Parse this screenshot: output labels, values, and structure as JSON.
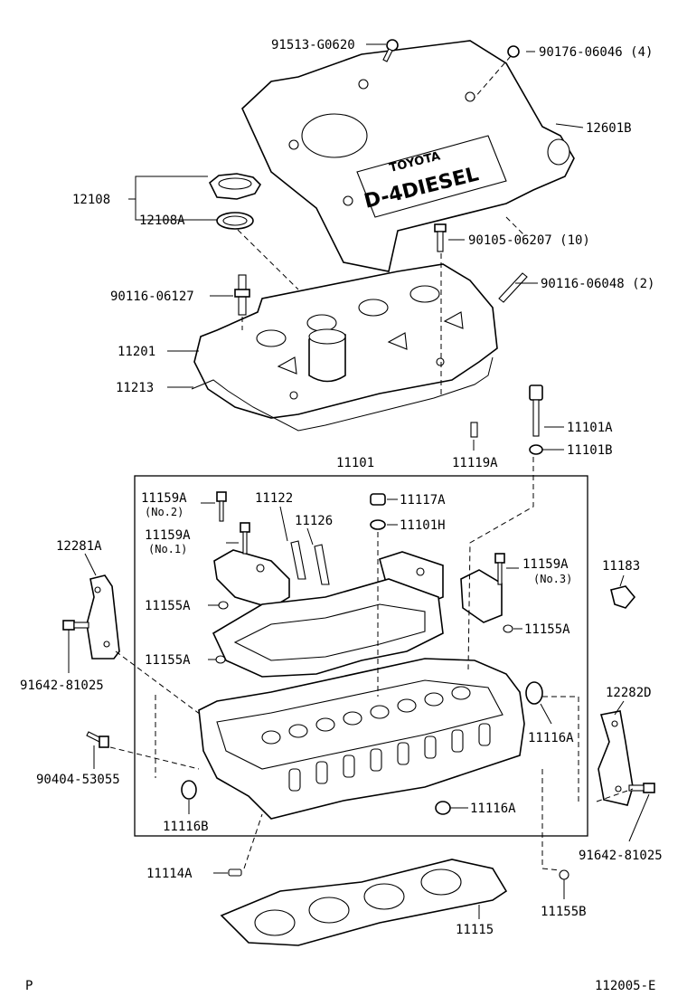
{
  "callouts": {
    "p91513": "91513-G0620",
    "p90176": "90176-06046 (4)",
    "p12601b": "12601B",
    "p12108": "12108",
    "p12108a": "12108A",
    "p90105": "90105-06207 (10)",
    "p90116_06127": "90116-06127",
    "p90116_06048": "90116-06048 (2)",
    "p11201": "11201",
    "p11213": "11213",
    "p11101a": "11101A",
    "p11119a": "11119A",
    "p11101b": "11101B",
    "p11101": "11101",
    "p11159a_1": "11159A",
    "p11159a_1_sub": "(No.2)",
    "p11122": "11122",
    "p11117a": "11117A",
    "p11126": "11126",
    "p11101h": "11101H",
    "p11159a_2": "11159A",
    "p11159a_2_sub": "(No.1)",
    "p12281a": "12281A",
    "p11159a_3": "11159A",
    "p11159a_3_sub": "(No.3)",
    "p11183": "11183",
    "p11155a_1": "11155A",
    "p11155a_2": "11155A",
    "p11155a_3": "11155A",
    "p91642_left": "91642-81025",
    "p12282d": "12282D",
    "p11116a_1": "11116A",
    "p90404": "90404-53055",
    "p11116a_2": "11116A",
    "p11116b": "11116B",
    "p91642_right": "91642-81025",
    "p11114a": "11114A",
    "p11155b": "11155B",
    "p11115": "11115"
  },
  "cover_logo": {
    "brand": "TOYOTA",
    "model": "D-4DIESEL"
  },
  "footer": {
    "left_mark": "P",
    "diagram_code": "112005-E"
  }
}
